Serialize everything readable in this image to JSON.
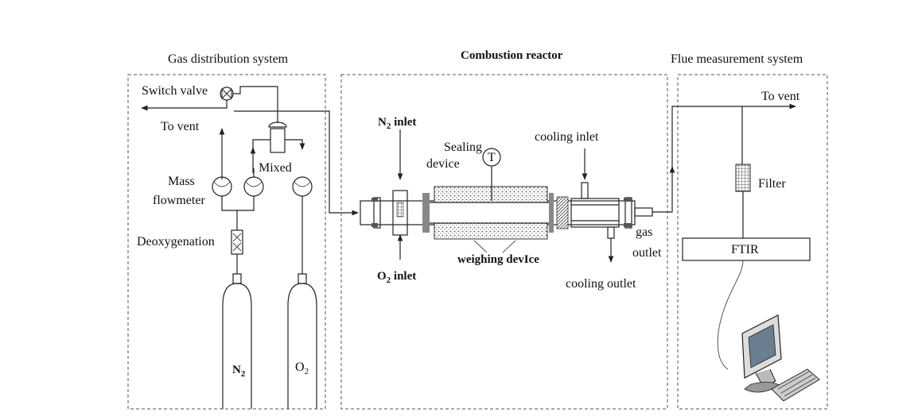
{
  "sections": {
    "gas": "Gas distribution system",
    "reactor": "Combustion reactor",
    "flue": "Flue measurement system"
  },
  "gas": {
    "switch_valve": "Switch valve",
    "to_vent": "To vent",
    "mass": "Mass",
    "flowmeter": "flowmeter",
    "mixed": "Mixed",
    "deoxygenation": "Deoxygenation",
    "n2_main": "N",
    "n2_sub": "2",
    "o2_main": "O",
    "o2_sub": "2"
  },
  "reactor": {
    "n2_inlet_a": "N",
    "n2_inlet_sub": "2",
    "n2_inlet_b": " inlet",
    "o2_inlet_a": "O",
    "o2_inlet_sub": "2",
    "o2_inlet_b": " inlet",
    "sealing": "Sealing",
    "device": "device",
    "thermo": "T",
    "cooling_inlet": "cooling inlet",
    "weighing": "weighing devIce",
    "cooling_outlet": "cooling outlet",
    "gas": "gas",
    "outlet": "outlet"
  },
  "flue": {
    "to_vent": "To vent",
    "filter": "Filter",
    "ftir": "FTIR"
  }
}
